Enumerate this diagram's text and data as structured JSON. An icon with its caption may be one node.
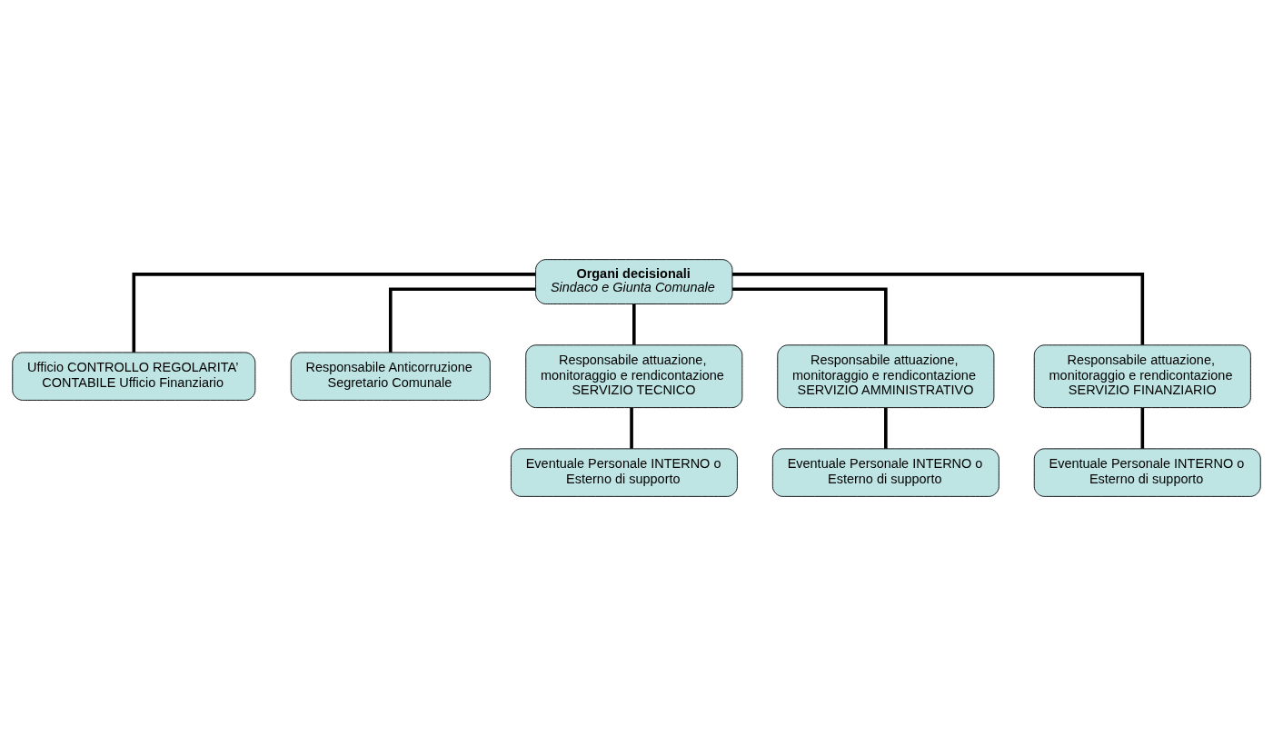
{
  "diagram": {
    "nodes": [
      {
        "text": [
          "Organi decisionali",
          "Sindaco e Giunta Comunale"
        ]
      },
      {
        "text": [
          "Ufficio CONTROLLO REGOLARITA’ CONTABILE Ufficio Finanziario"
        ]
      },
      {
        "text": [
          "Responsabile Anticorruzione Segretario Comunale"
        ]
      },
      {
        "text": [
          "Responsabile attuazione, monitoraggio e rendicontazione SERVIZIO TECNICO"
        ]
      },
      {
        "text": [
          "Responsabile attuazione, monitoraggio e rendicontazione SERVIZIO AMMINISTRATIVO"
        ]
      },
      {
        "text": [
          "Responsabile attuazione, monitoraggio e rendicontazione SERVIZIO FINANZIARIO"
        ]
      },
      {
        "text": [
          "Eventuale Personale INTERNO o Esterno di supporto"
        ]
      },
      {
        "text": [
          "Eventuale Personale INTERNO o Esterno di supporto"
        ]
      },
      {
        "text": [
          "Eventuale Personale INTERNO o Esterno di supporto"
        ]
      }
    ],
    "edges": [
      {
        "from": 0,
        "to": 1,
        "arrow": "none"
      },
      {
        "from": 0,
        "to": 2,
        "arrow": "none"
      },
      {
        "from": 0,
        "to": 3,
        "arrow": "none"
      },
      {
        "from": 0,
        "to": 4,
        "arrow": "none"
      },
      {
        "from": 0,
        "to": 5,
        "arrow": "none"
      },
      {
        "from": 3,
        "to": 6,
        "arrow": "none"
      },
      {
        "from": 4,
        "to": 7,
        "arrow": "none"
      },
      {
        "from": 5,
        "to": 8,
        "arrow": "none"
      }
    ]
  }
}
